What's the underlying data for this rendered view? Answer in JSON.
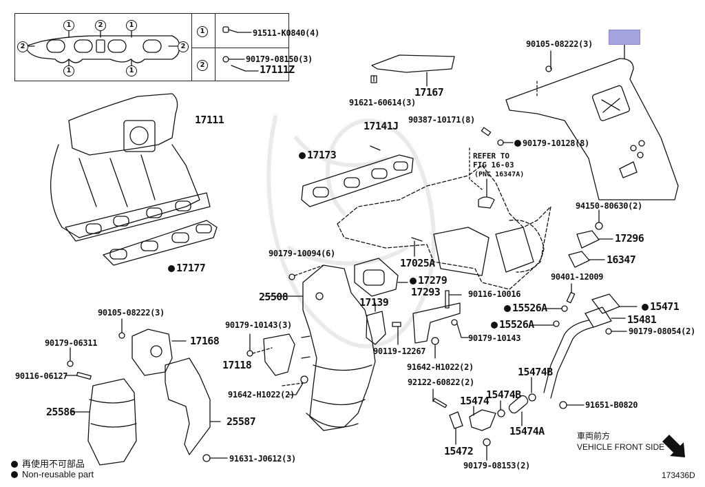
{
  "diagram": {
    "title": "Exhaust / Intake Manifold Parts Diagram",
    "figure_id": "173436D",
    "direction_note": {
      "japanese": "車両前方",
      "english": "VEHICLE FRONT SIDE"
    },
    "legend": [
      {
        "symbol": "filled-dot",
        "text": "再使用不可部品"
      },
      {
        "symbol": "filled-dot",
        "text": "Non-reusable part"
      }
    ],
    "fastener_table": {
      "rows": [
        {
          "key": "1",
          "parts": [
            "91511-K0840(4)"
          ]
        },
        {
          "key": "2",
          "parts": [
            "90179-08150(3)",
            "17111Z"
          ]
        }
      ],
      "gasket_markers": {
        "top": [
          "1",
          "2",
          "1"
        ],
        "bottom": [
          "1",
          "1"
        ],
        "left": "2",
        "right": "2"
      }
    },
    "refer_note": {
      "line1": "REFER TO",
      "line2": "FIG 16-03",
      "line3": "(PNC 16347A)"
    },
    "highlight_color": "#a3a3de",
    "labels": {
      "p91621": "91621-60614(3)",
      "p17167": "17167",
      "p90105a": "90105-08222(3)",
      "p90387": "90387-10171(8)",
      "p90179_10128": "90179-10128(8)",
      "p17111": "17111",
      "p17141J": "17141J",
      "p17173": "17173",
      "p94150": "94150-80630(2)",
      "p17296": "17296",
      "p16347": "16347",
      "p17177": "17177",
      "p90179_10094": "90179-10094(6)",
      "p17025A": "17025A",
      "p17279": "17279",
      "p25508": "25508",
      "p17139": "17139",
      "p17293": "17293",
      "p90116_10016": "90116-10016",
      "p90401": "90401-12009",
      "p15526A_1": "15526A",
      "p15471": "15471",
      "p90105b": "90105-08222(3)",
      "p17168": "17168",
      "p90179_10143_3": "90179-10143(3)",
      "p90179_06311": "90179-06311",
      "p15526A_2": "15526A",
      "p15481": "15481",
      "p90179_10143": "90179-10143",
      "p90179_08054": "90179-08054(2)",
      "p90119": "90119-12267",
      "p17118": "17118",
      "p90116_06127": "90116-06127",
      "p91642a": "91642-H1022(2)",
      "p91642b": "91642-H1022(2)",
      "p92122": "92122-60822(2)",
      "p15474B_1": "15474B",
      "p15474": "15474",
      "p15474B_2": "15474B",
      "p91651": "91651-B0820",
      "p25586": "25586",
      "p25587": "25587",
      "p15474A": "15474A",
      "p15472": "15472",
      "p91631": "91631-J0612(3)",
      "p90179_08153": "90179-08153(2)"
    }
  }
}
